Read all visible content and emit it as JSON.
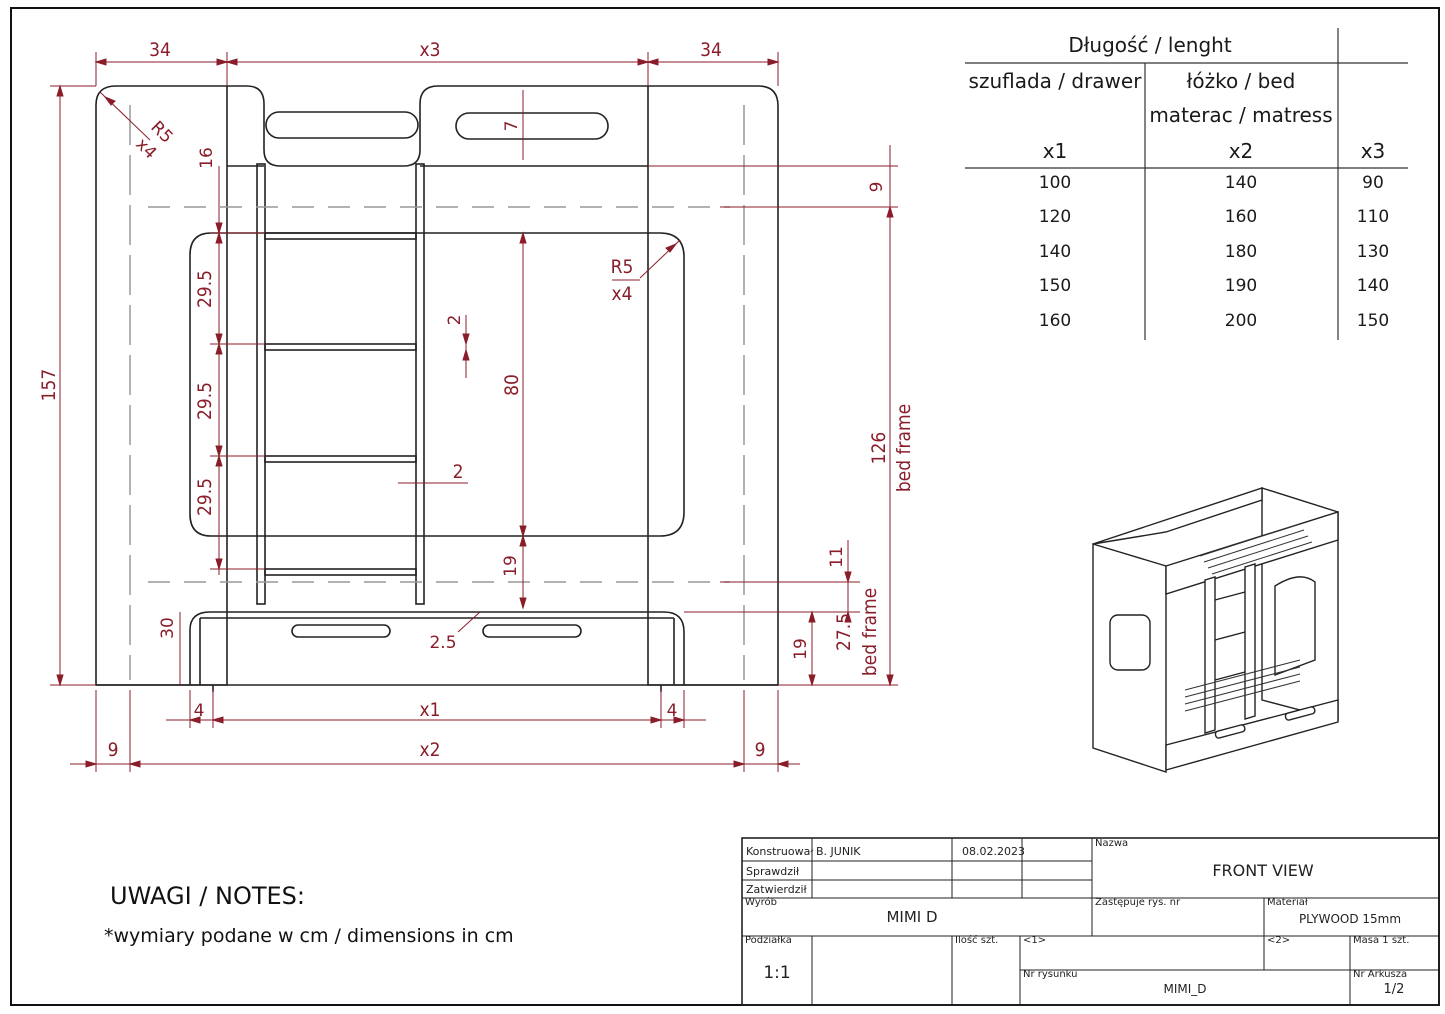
{
  "dimensions": {
    "top_left": "34",
    "top_mid": "x3",
    "top_right": "34",
    "total_height": "157",
    "r5_top": "R5",
    "x4_top": "x4",
    "h16": "16",
    "slot7": "7",
    "gap9": "9",
    "r5_panel": "R5",
    "x4_panel": "x4",
    "rung1": "29.5",
    "rung2": "29.5",
    "rung3": "29.5",
    "rung_th_a": "2",
    "rung_th_b": "2",
    "opening80": "80",
    "bed126": "126",
    "bedframe_upper": "bed frame",
    "h19_mid": "19",
    "h11": "11",
    "h30": "30",
    "slot25": "2.5",
    "h19_low": "19",
    "h275": "27.5",
    "bedframe_lower": "bed frame",
    "left4": "4",
    "x1": "x1",
    "right4": "4",
    "left9": "9",
    "x2": "x2",
    "right9": "9"
  },
  "length_table": {
    "title": "Długość / lenght",
    "col1_header": "szuflada / drawer",
    "col2_header_1": "łóżko / bed",
    "col2_header_2": "materac / matress",
    "col1_var": "x1",
    "col2_var": "x2",
    "col3_var": "x3",
    "rows": [
      [
        "100",
        "140",
        "90"
      ],
      [
        "120",
        "160",
        "110"
      ],
      [
        "140",
        "180",
        "130"
      ],
      [
        "150",
        "190",
        "140"
      ],
      [
        "160",
        "200",
        "150"
      ]
    ]
  },
  "notes": {
    "title": "UWAGI / NOTES:",
    "line1": "*wymiary podane w cm / dimensions in cm"
  },
  "title_block": {
    "konstruowal_label": "Konstruował",
    "konstruowal_value": "B. JUNIK",
    "date": "08.02.2023",
    "sprawdzil_label": "Sprawdził",
    "zatwierdzil_label": "Zatwierdził",
    "nazwa_label": "Nazwa",
    "nazwa_value": "FRONT VIEW",
    "wyrob_label": "Wyrób",
    "wyrob_value": "MIMI D",
    "zastepuje_label": "Zastępuje rys. nr",
    "material_label": "Materiał",
    "material_value": "PLYWOOD 15mm",
    "podzialka_label": "Podziałka",
    "podzialka_value": "1:1",
    "ilosc_label": "Ilość szt.",
    "code1": "<1>",
    "code2": "<2>",
    "masa_label": "Masa 1 szt.",
    "nr_rysunku_label": "Nr rysunku",
    "nr_rysunku_value": "MIMI_D",
    "nr_arkusza_label": "Nr Arkusza",
    "nr_arkusza_value": "1/2"
  }
}
